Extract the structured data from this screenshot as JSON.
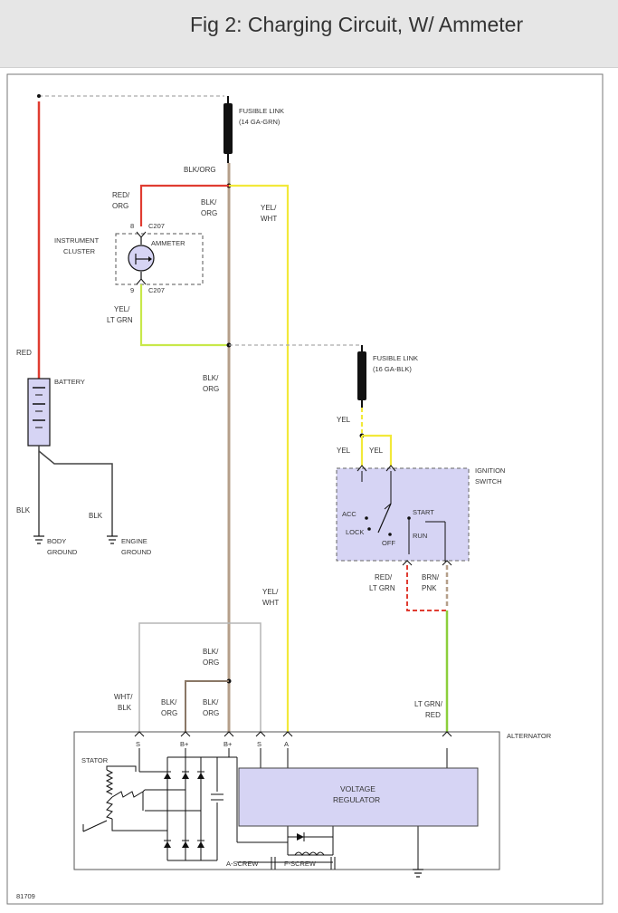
{
  "title": "Fig 2: Charging Circuit, W/ Ammeter",
  "fusible_link_1": [
    "FUSIBLE LINK",
    "(14 GA-GRN)"
  ],
  "fusible_link_2": [
    "FUSIBLE LINK",
    "(16 GA-BLK)"
  ],
  "wire_labels": {
    "blk_org_top": "BLK/ORG",
    "red_org": [
      "RED/",
      "ORG"
    ],
    "blk_org_2": [
      "BLK/",
      "ORG"
    ],
    "yel_wht_top": [
      "YEL/",
      "WHT"
    ],
    "yel_lt_grn": [
      "YEL/",
      "LT GRN"
    ],
    "red": "RED",
    "blk_org_mid": [
      "BLK/",
      "ORG"
    ],
    "yel_1": "YEL",
    "yel_2": "YEL",
    "yel_3": "YEL",
    "blk_1": "BLK",
    "blk_2": "BLK",
    "yel_wht_mid": [
      "YEL/",
      "WHT"
    ],
    "red_lt_grn": [
      "RED/",
      "LT GRN"
    ],
    "brn_pnk": [
      "BRN/",
      "PNK"
    ],
    "blk_org_low": [
      "BLK/",
      "ORG"
    ],
    "wht_blk": [
      "WHT/",
      "BLK"
    ],
    "blk_org_a": [
      "BLK/",
      "ORG"
    ],
    "blk_org_b": [
      "BLK/",
      "ORG"
    ],
    "lt_grn_red": [
      "LT GRN/",
      "RED"
    ]
  },
  "connectors": {
    "c207_top_pin": "8",
    "c207_top": "C207",
    "c207_bot_pin": "9",
    "c207_bot": "C207"
  },
  "components": {
    "instrument_cluster": [
      "INSTRUMENT",
      "CLUSTER"
    ],
    "ammeter": "AMMETER",
    "battery": "BATTERY",
    "body_ground": [
      "BODY",
      "GROUND"
    ],
    "engine_ground": [
      "ENGINE",
      "GROUND"
    ],
    "ignition_switch": [
      "IGNITION",
      "SWITCH"
    ],
    "alternator": "ALTERNATOR",
    "stator": "STATOR",
    "voltage_regulator": [
      "VOLTAGE",
      "REGULATOR"
    ],
    "a_screw": "A-SCREW",
    "f_screw": "F-SCREW",
    "figure_id": "81709"
  },
  "switch_positions": {
    "acc": "ACC",
    "lock": "LOCK",
    "off": "OFF",
    "run": "RUN",
    "start": "START"
  },
  "terminals": [
    "S",
    "B+",
    "B+",
    "S",
    "A"
  ],
  "colors": {
    "red_wire": "#e03c31",
    "yellow_wire": "#f2e93a",
    "green_wire": "#8ccf3c",
    "brown_wire": "#b59f8a",
    "black": "#111111",
    "component_fill": "#d6d4f4",
    "frame": "#555555"
  }
}
